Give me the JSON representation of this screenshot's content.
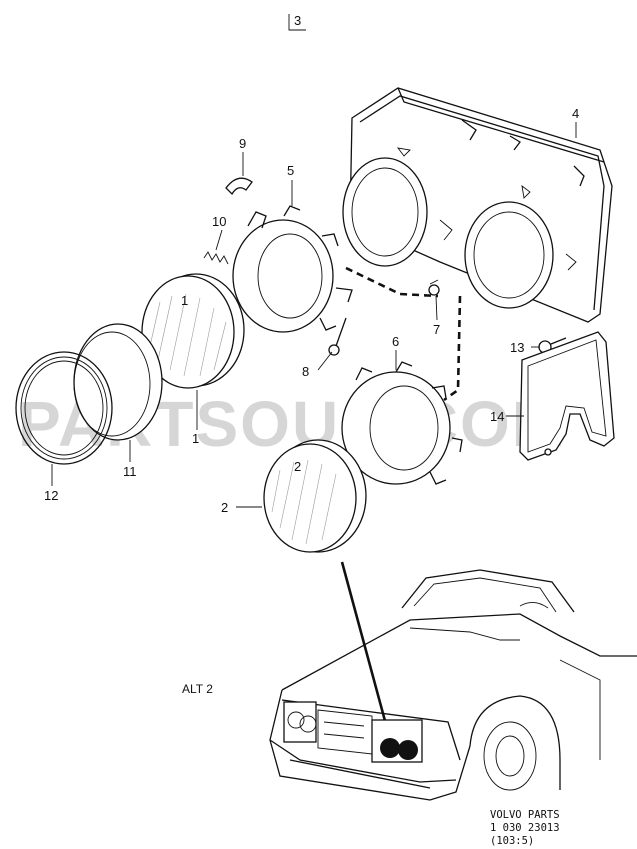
{
  "watermark": "PARTSOUQ.COM",
  "header": {
    "box_number": "3"
  },
  "labels": {
    "p1": "1",
    "p2": "2",
    "p4": "4",
    "p5": "5",
    "p6": "6",
    "p7": "7",
    "p8": "8",
    "p9": "9",
    "p10": "10",
    "p11": "11",
    "p12": "12",
    "p13": "13",
    "p14": "14"
  },
  "lens_marks": {
    "lens1": "1",
    "lens2": "2"
  },
  "alt_label": "ALT 2",
  "footer": {
    "line1": "VOLVO PARTS",
    "line2": "1 030  23013",
    "line3": "(103:5)"
  }
}
